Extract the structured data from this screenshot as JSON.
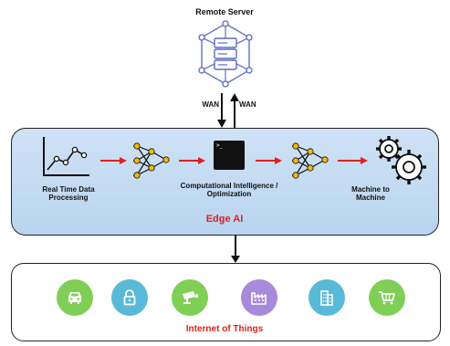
{
  "remote_server": {
    "title": "Remote Server"
  },
  "wan": {
    "down_label": "WAN",
    "up_label": "WAN"
  },
  "edge_ai": {
    "stages": [
      {
        "label": "Real Time Data Processing",
        "icon": "line-graph-icon"
      },
      {
        "label": "",
        "icon": "neural-network-icon"
      },
      {
        "label": "Computational Intelligence / Optimization",
        "icon": "terminal-icon"
      },
      {
        "label": "",
        "icon": "neural-network-icon"
      },
      {
        "label": "Machine to Machine",
        "icon": "gears-icon"
      }
    ],
    "title": "Edge AI",
    "title_color": "#e0211c",
    "arrow_color": "#e0211c",
    "box_color": "#c6dcf3"
  },
  "iot": {
    "title": "Internet of Things",
    "title_color": "#e0211c",
    "devices": [
      {
        "icon": "car-icon",
        "color": "#7fcf57"
      },
      {
        "icon": "lock-icon",
        "color": "#59b9d8"
      },
      {
        "icon": "security-camera-icon",
        "color": "#7fcf57"
      },
      {
        "icon": "factory-icon",
        "color": "#a78ad9"
      },
      {
        "icon": "building-icon",
        "color": "#59b9d8"
      },
      {
        "icon": "shopping-cart-icon",
        "color": "#7fcf57"
      }
    ]
  }
}
